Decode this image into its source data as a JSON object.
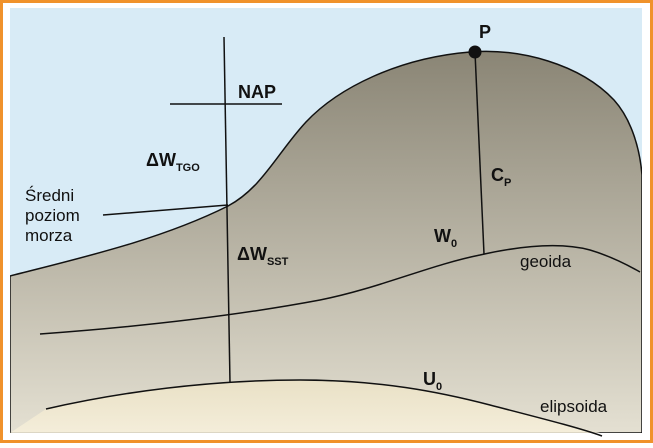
{
  "labels": {
    "p": "P",
    "nap": "NAP",
    "delta_w_tgo": {
      "delta": "ΔW",
      "sub": "TGO"
    },
    "delta_w_sst": {
      "delta": "ΔW",
      "sub": "SST"
    },
    "c_p": {
      "main": "C",
      "sub": "P"
    },
    "w0": {
      "main": "W",
      "sub": "0"
    },
    "u0": {
      "main": "U",
      "sub": "0"
    },
    "sredni": [
      "Średni",
      "poziom",
      "morza"
    ],
    "geoida": "geoida",
    "elipsoida": "elipsoida"
  },
  "colors": {
    "frame": "#f0922b",
    "sky": "#d8ebf6",
    "terrain_top": "#8a8575",
    "terrain_bottom": "#e4e0d2",
    "ellipsoid_fill_top": "#ece3c6",
    "ellipsoid_fill_bottom": "#f7f0db",
    "line": "#111111"
  }
}
